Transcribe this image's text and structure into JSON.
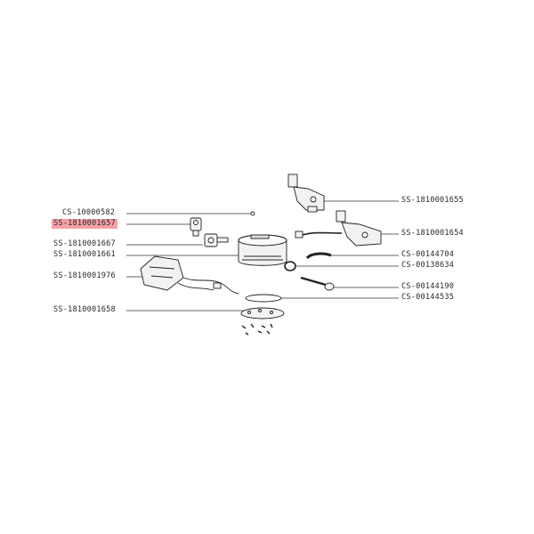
{
  "diagram": {
    "highlight_color": "#f4a0a6",
    "parts": {
      "cs10000582": "CS-10000582",
      "ss1810001657": "SS-1810001657",
      "ss1810001667": "SS-1810001667",
      "ss1810001661": "SS-1810001661",
      "ss1810001976": "SS-1810001976",
      "ss1810001658": "SS-1810001658",
      "ss1810001655": "SS-1810001655",
      "ss1810001654": "SS-1810001654",
      "cs00144704": "CS-00144704",
      "cs00138634": "CS-00138634",
      "cs00144190": "CS-00144190",
      "cs00144535": "CS-00144535"
    },
    "highlighted": "ss1810001657"
  }
}
